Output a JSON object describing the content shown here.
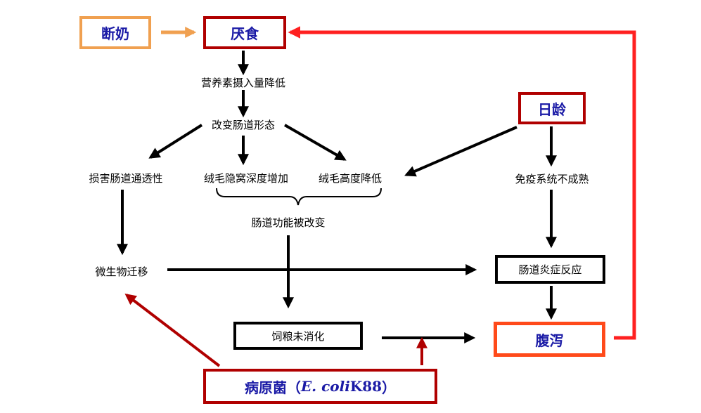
{
  "colors": {
    "orange": "#f0a050",
    "dark_red": "#b00000",
    "bright_red": "#ff2020",
    "orange_red": "#ff4a1a",
    "title_blue": "#1a1aa6",
    "black": "#000000"
  },
  "nodes": {
    "weaning": "断奶",
    "anorexia": "厌食",
    "nutrient_intake": "营养素摄入量降低",
    "change_morphology": "改变肠道形态",
    "damage_permeability": "损害肠道通透性",
    "crypt_depth": "绒毛隐窝深度增加",
    "villus_height": "绒毛高度降低",
    "gut_function": "肠道功能被改变",
    "microbial_migration": "微生物迁移",
    "feed_undigested": "饲粮未消化",
    "age": "日龄",
    "immune_immature": "免疫系统不成熟",
    "inflammation": "肠道炎症反应",
    "diarrhea": "腹泻",
    "pathogen_prefix": "病原菌（",
    "pathogen_species": "E. coli",
    "pathogen_strain": " K88",
    "pathogen_suffix": "）"
  }
}
